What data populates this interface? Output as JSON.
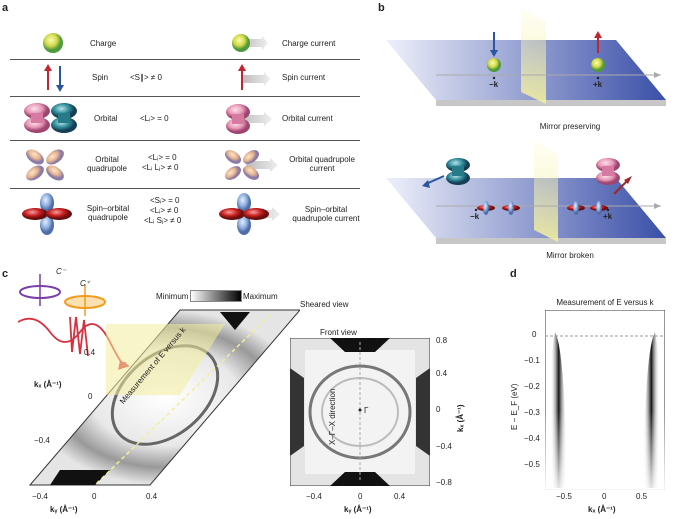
{
  "panels": {
    "a": "a",
    "b": "b",
    "c": "c",
    "d": "d"
  },
  "panel_a": {
    "rows": [
      {
        "left_label": "Charge",
        "formula": [],
        "right_label": [
          "Charge current"
        ]
      },
      {
        "left_label": "Spin",
        "formula": [
          "<S∥> ≠ 0"
        ],
        "right_label": [
          "Spin current"
        ]
      },
      {
        "left_label": "Orbital",
        "formula": [
          "<Lᵢ> = 0"
        ],
        "right_label": [
          "Orbital current"
        ]
      },
      {
        "left_label": "Orbital\nquadrupole",
        "formula": [
          "<Lᵢ> = 0",
          "<Lᵢ Lⱼ> ≠ 0"
        ],
        "right_label": [
          "Orbital quadrupole",
          "current"
        ]
      },
      {
        "left_label": "Spin–orbital\nquadrupole",
        "formula": [
          "<Sᵢ> = 0",
          "<Lᵢ> ≠ 0",
          "<Lᵢ Sⱼ> ≠ 0"
        ],
        "right_label": [
          "Spin–orbital",
          "quadrupole current"
        ]
      }
    ],
    "colors": {
      "charge": "#d4d94a",
      "spin_up": "#c0262d",
      "spin_down": "#2b55a0",
      "orbital_pink": "#e89ab8",
      "orbital_teal": "#2f8c9a",
      "quadrupole": "#e7b58c",
      "so_red": "#c81e1e",
      "so_blue": "#8fb0e0"
    }
  },
  "panel_b": {
    "top_caption": "Mirror preserving",
    "bottom_caption": "Mirror broken",
    "minus_k": "−k",
    "plus_k": "+k",
    "colors": {
      "plane": "#3a4fa8",
      "mirror": "#f3ef9a"
    }
  },
  "panel_c": {
    "c_minus": "C⁻",
    "c_plus": "C⁺",
    "colorbar": {
      "min_label": "Minimum",
      "max_label": "Maximum"
    },
    "sheared_view": "Sheared view",
    "front_view": "Front view",
    "measurement_label": "Measurement of E versus k",
    "direction_label": "X–Γ–X direction",
    "gamma": "Γ",
    "kx_label": "kₓ (Å⁻¹)",
    "ky_label": "kᵧ (Å⁻¹)",
    "kx_ticks_sheared": [
      "0.4",
      "0",
      "−0.4"
    ],
    "ky_ticks": [
      "−0.4",
      "0",
      "0.4"
    ],
    "ky_ticks_front": [
      "−0.4",
      "0",
      "0.4"
    ],
    "front_kx_ticks": [
      "0.8",
      "0.4",
      "0",
      "−0.4",
      "−0.8"
    ]
  },
  "panel_d": {
    "title": "Measurement of E versus k",
    "ylabel": "E − E_F (eV)",
    "xlabel": "kₓ (Å⁻¹)",
    "yticks": [
      "0",
      "−0.1",
      "−0.2",
      "−0.3",
      "−0.4",
      "−0.5"
    ],
    "xticks": [
      "−0.5",
      "0",
      "0.5"
    ]
  }
}
